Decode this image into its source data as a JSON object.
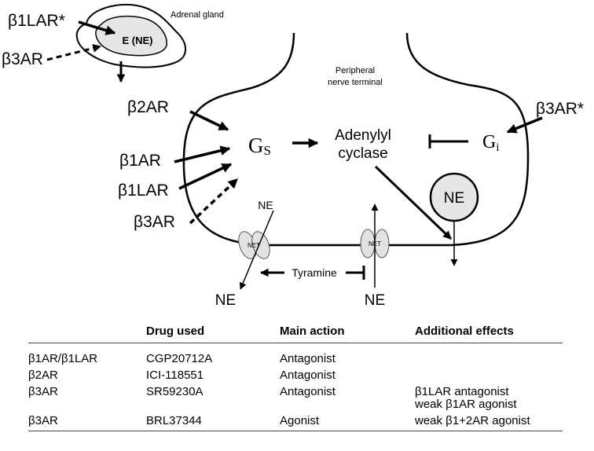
{
  "adrenal": {
    "gland_label": "Adrenal gland",
    "core_label": "E (NE)",
    "receptor_top": "β1LAR*",
    "receptor_bottom": "β3AR"
  },
  "terminal": {
    "label_line1": "Peripheral",
    "label_line2": "nerve terminal",
    "gs": "GS",
    "ac_line1": "Adenylyl",
    "ac_line2": "cyclase",
    "gi": "Gi",
    "gi_receptor": "β3AR*",
    "vesicle": "NE",
    "net_left": "NET",
    "net_right": "NET",
    "ne_top": "NE",
    "ne_left_bottom": "NE",
    "ne_right_bottom": "NE",
    "tyramine": "Tyramine"
  },
  "receptors_left": [
    "β2AR",
    "β1AR",
    "β1LAR",
    "β3AR"
  ],
  "table": {
    "headers": [
      "",
      "Drug used",
      "Main action",
      "Additional effects"
    ],
    "rows": [
      {
        "receptor": "β1AR/β1LAR",
        "drug": "CGP20712A",
        "action": "Antagonist",
        "effects": []
      },
      {
        "receptor": "β2AR",
        "drug": "ICI-118551",
        "action": "Antagonist",
        "effects": []
      },
      {
        "receptor": "β3AR",
        "drug": "SR59230A",
        "action": "Antagonist",
        "effects": [
          "β1LAR antagonist",
          "weak β1AR agonist"
        ]
      },
      {
        "receptor": "β3AR",
        "drug": "BRL37344",
        "action": "Agonist",
        "effects": [
          "weak β1+2AR agonist"
        ]
      }
    ]
  }
}
